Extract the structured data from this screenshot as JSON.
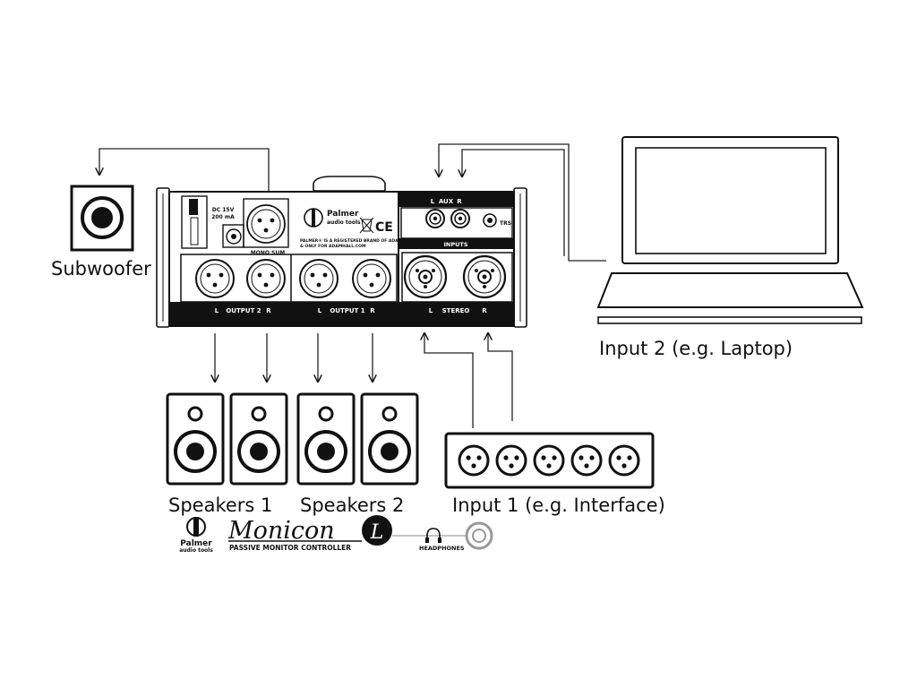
{
  "labels": {
    "subwoofer": "Subwoofer",
    "input2": "Input 2 (e.g. Laptop)",
    "speakers1": "Speakers 1",
    "speakers2": "Speakers 2",
    "input1": "Input 1 (e.g. Interface)"
  },
  "device": {
    "power_line1": "DC 15V",
    "power_line2": "200 mA",
    "mono_sum": "MONO SUM",
    "brand": "Palmer",
    "brand_sub": "audio tools",
    "notice1": "PALMER® IS A REGISTERED BRAND OF ADAM HALL GERMANY",
    "notice2": "& ONLY FOR ADAMHALL.COM",
    "ce": "CE",
    "aux_l": "L",
    "aux": "AUX",
    "aux_r": "R",
    "trs": "TRS",
    "inputs": "INPUTS",
    "out2_l": "L",
    "output2": "OUTPUT 2",
    "out2_r": "R",
    "out1_l": "L",
    "output1": "OUTPUT 1",
    "out1_r": "R",
    "stereo_l": "L",
    "stereo": "STEREO",
    "stereo_r": "R"
  },
  "logo": {
    "brand": "Palmer",
    "brand_sub": "audio tools",
    "product": "Monicon",
    "product_letter": "L",
    "tagline": "PASSIVE MONITOR CONTROLLER",
    "headphones": "HEADPHONES"
  }
}
